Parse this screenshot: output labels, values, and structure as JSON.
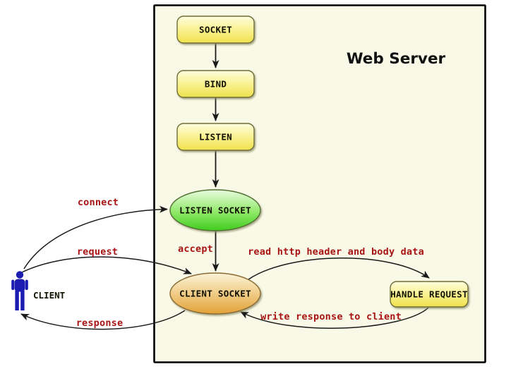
{
  "title": "Web Server",
  "nodes": {
    "socket": "SOCKET",
    "bind": "BIND",
    "listen": "LISTEN",
    "listen_socket": "LISTEN SOCKET",
    "client_socket": "CLIENT SOCKET",
    "handle_request": "HANDLE REQUEST"
  },
  "actor": {
    "label": "CLIENT"
  },
  "edges": {
    "connect": "connect",
    "request": "request",
    "response": "response",
    "accept": "accept",
    "read": "read http header and body data",
    "write": "write response to client"
  },
  "colors": {
    "red_label": "#A81414",
    "arrow": "#1a1a1a",
    "client_blue": "#1C1CB0",
    "panel_bg": "#F9F9E7",
    "panel_border": "#000000",
    "node_yellow_top": "#FEFCCF",
    "node_yellow_bottom": "#EFE14B",
    "node_green_top": "#E6FAD8",
    "node_green_bottom": "#44CE20",
    "node_orange_top": "#FAF1D3",
    "node_orange_bottom": "#E3A23A"
  }
}
